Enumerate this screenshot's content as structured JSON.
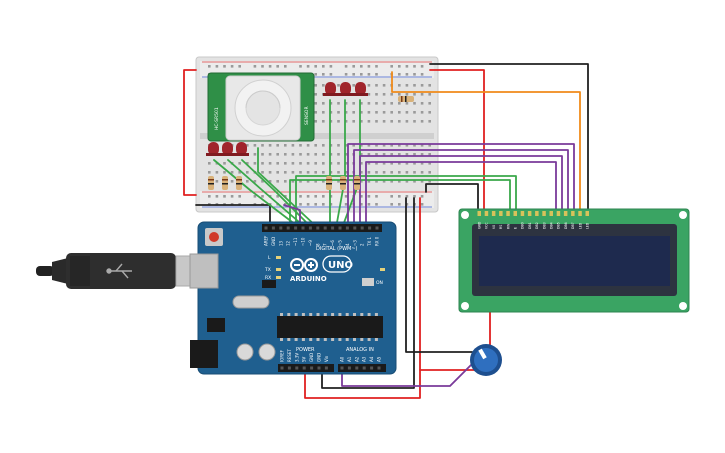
{
  "arduino": {
    "brand": "ARDUINO",
    "model": "UNO",
    "digital_label": "DIGITAL (PWM~)",
    "power_label": "POWER",
    "analog_label": "ANALOG IN",
    "on_label": "ON",
    "led_labels": [
      "L",
      "TX",
      "RX"
    ],
    "top_pin_labels": [
      "AREF",
      "GND",
      "13",
      "12",
      "~11",
      "~10",
      "~9",
      "8",
      "7",
      "~6",
      "~5",
      "4",
      "~3",
      "2",
      "TX 1",
      "RX 0"
    ],
    "power_pin_labels": [
      "IOREF",
      "RESET",
      "3.3V",
      "5V",
      "GND",
      "GND",
      "Vin"
    ],
    "analog_pin_labels": [
      "A0",
      "A1",
      "A2",
      "A3",
      "A4",
      "A5"
    ]
  },
  "pir": {
    "left_text": "HC-SR501",
    "right_text": "SENSOR"
  },
  "lcd": {
    "pin_labels": [
      "GND",
      "VCC",
      "V0",
      "RS",
      "RW",
      "E",
      "DB0",
      "DB1",
      "DB2",
      "DB3",
      "DB4",
      "DB5",
      "DB6",
      "DB7",
      "LED",
      "LED"
    ]
  },
  "colors": {
    "board": "#1f5f8f",
    "board_dark": "#184c74",
    "lcd_pcb": "#3aa463",
    "lcd_screen": "#1e2a4e",
    "pir_pcb": "#2f8f47",
    "breadboard": "#e3e3e3",
    "led_red": "#a0242b",
    "wire_red": "#e02020",
    "wire_black": "#202020",
    "wire_green": "#3aa84a",
    "wire_purple": "#7a3a9a",
    "wire_orange": "#f08a1a",
    "pot_blue": "#2f6fbf"
  }
}
